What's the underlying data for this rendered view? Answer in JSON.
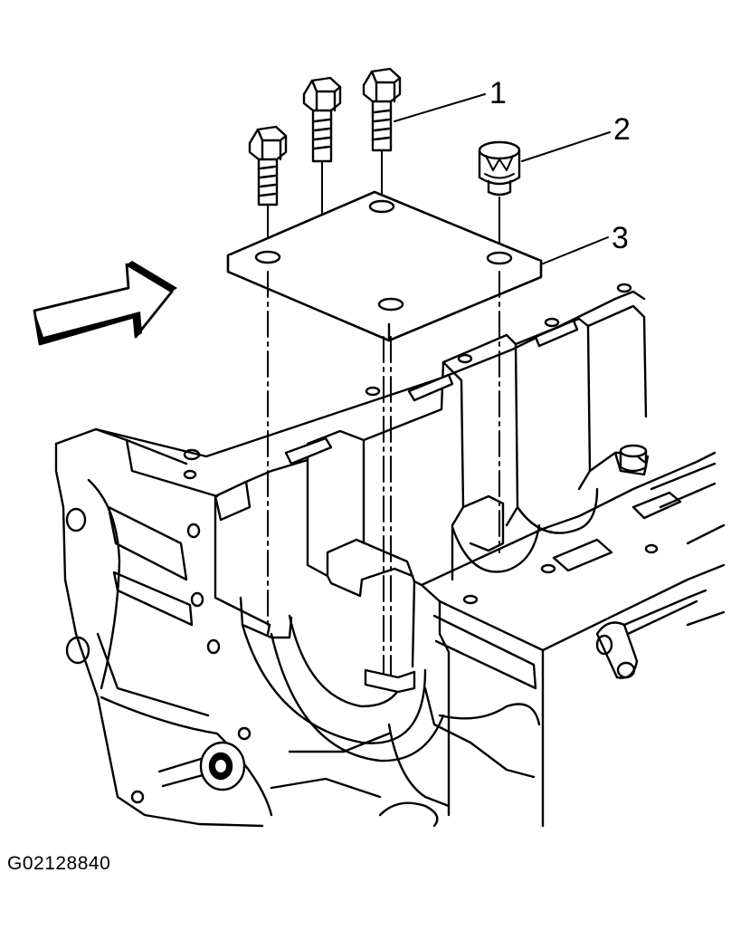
{
  "callouts": [
    {
      "id": "1",
      "label": "1"
    },
    {
      "id": "2",
      "label": "2"
    },
    {
      "id": "3",
      "label": "3"
    }
  ],
  "figure_id": "G02128840",
  "colors": {
    "line": "#000000",
    "background": "#ffffff"
  }
}
